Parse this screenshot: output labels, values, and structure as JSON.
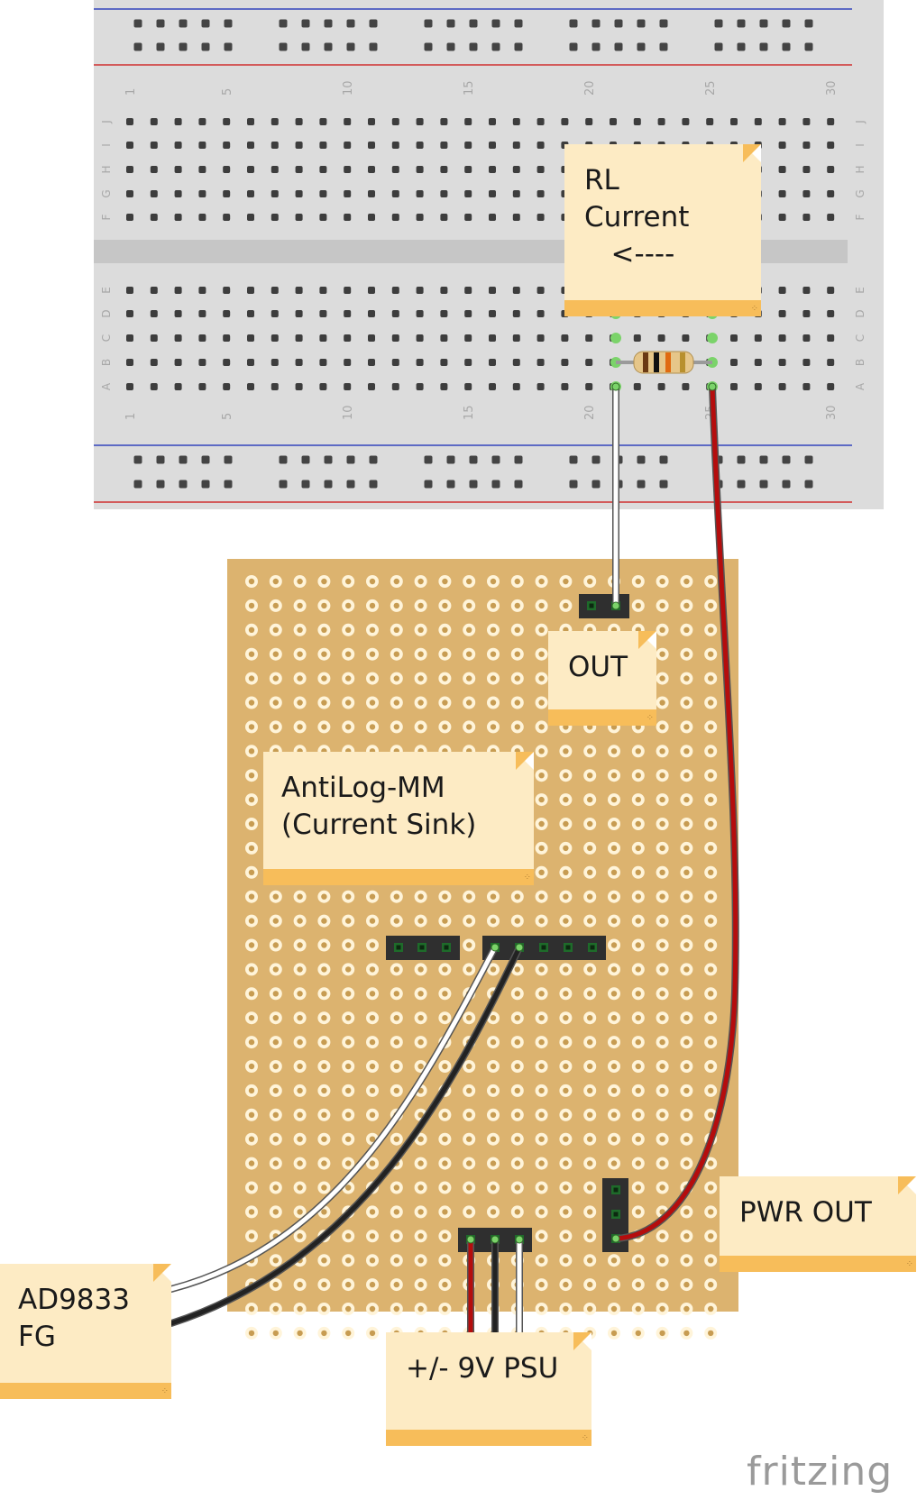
{
  "breadboard": {
    "column_numbers": [
      "1",
      "5",
      "10",
      "15",
      "20",
      "25",
      "30"
    ],
    "row_letters_top": [
      "J",
      "I",
      "H",
      "G",
      "F"
    ],
    "row_letters_bottom": [
      "E",
      "D",
      "C",
      "B",
      "A"
    ]
  },
  "notes": {
    "rl_current": {
      "lines": [
        "RL",
        "Current",
        "   <----"
      ]
    },
    "out": {
      "lines": [
        "OUT"
      ]
    },
    "antilog": {
      "lines": [
        "AntiLog-MM",
        "(Current Sink)"
      ]
    },
    "pwr_out": {
      "lines": [
        "PWR OUT"
      ]
    },
    "ad9833": {
      "lines": [
        "AD9833",
        "FG"
      ]
    },
    "psu": {
      "lines": [
        "+/- 9V PSU"
      ]
    }
  },
  "brand": "fritzing",
  "colors": {
    "breadboard": "#dcdcdc",
    "stripboard": "#dcb36f",
    "note_body": "#fdebc4",
    "note_band": "#f7bd5a",
    "wire_red": "#b50d0d",
    "wire_white": "#ffffff",
    "wire_black": "#222222",
    "rail_blue": "#3344bb",
    "rail_red": "#d03030"
  }
}
